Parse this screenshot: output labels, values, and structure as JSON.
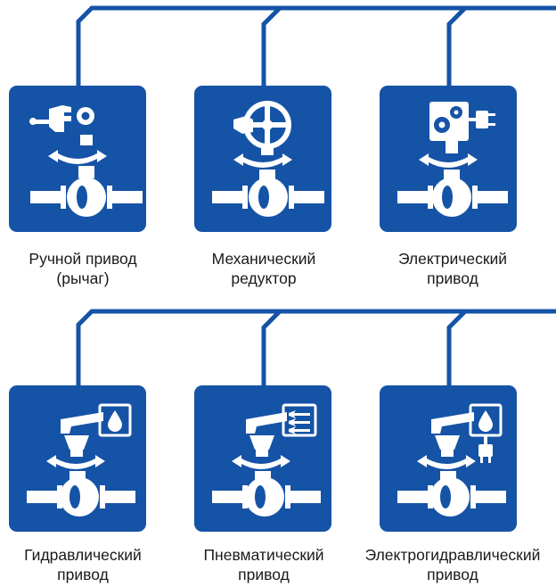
{
  "colors": {
    "primary_blue": "#1553a6",
    "icon_white": "#ffffff",
    "label_text": "#1a1a1a",
    "background": "#ffffff"
  },
  "rows": [
    {
      "items": [
        {
          "icon": "manual-lever-icon",
          "label_lines": [
            "Ручной привод",
            "(рычаг)"
          ]
        },
        {
          "icon": "gear-reducer-handwheel-icon",
          "label_lines": [
            "Механический",
            "редуктор"
          ]
        },
        {
          "icon": "electric-gears-plug-icon",
          "label_lines": [
            "Электрический",
            "привод"
          ]
        }
      ]
    },
    {
      "items": [
        {
          "icon": "hydraulic-drop-icon",
          "label_lines": [
            "Гидравлический",
            "привод"
          ]
        },
        {
          "icon": "pneumatic-air-flow-icon",
          "label_lines": [
            "Пневматический",
            "привод"
          ]
        },
        {
          "icon": "electrohydraulic-drop-plug-icon",
          "label_lines": [
            "Электрогидравлический",
            "привод"
          ]
        }
      ]
    }
  ]
}
